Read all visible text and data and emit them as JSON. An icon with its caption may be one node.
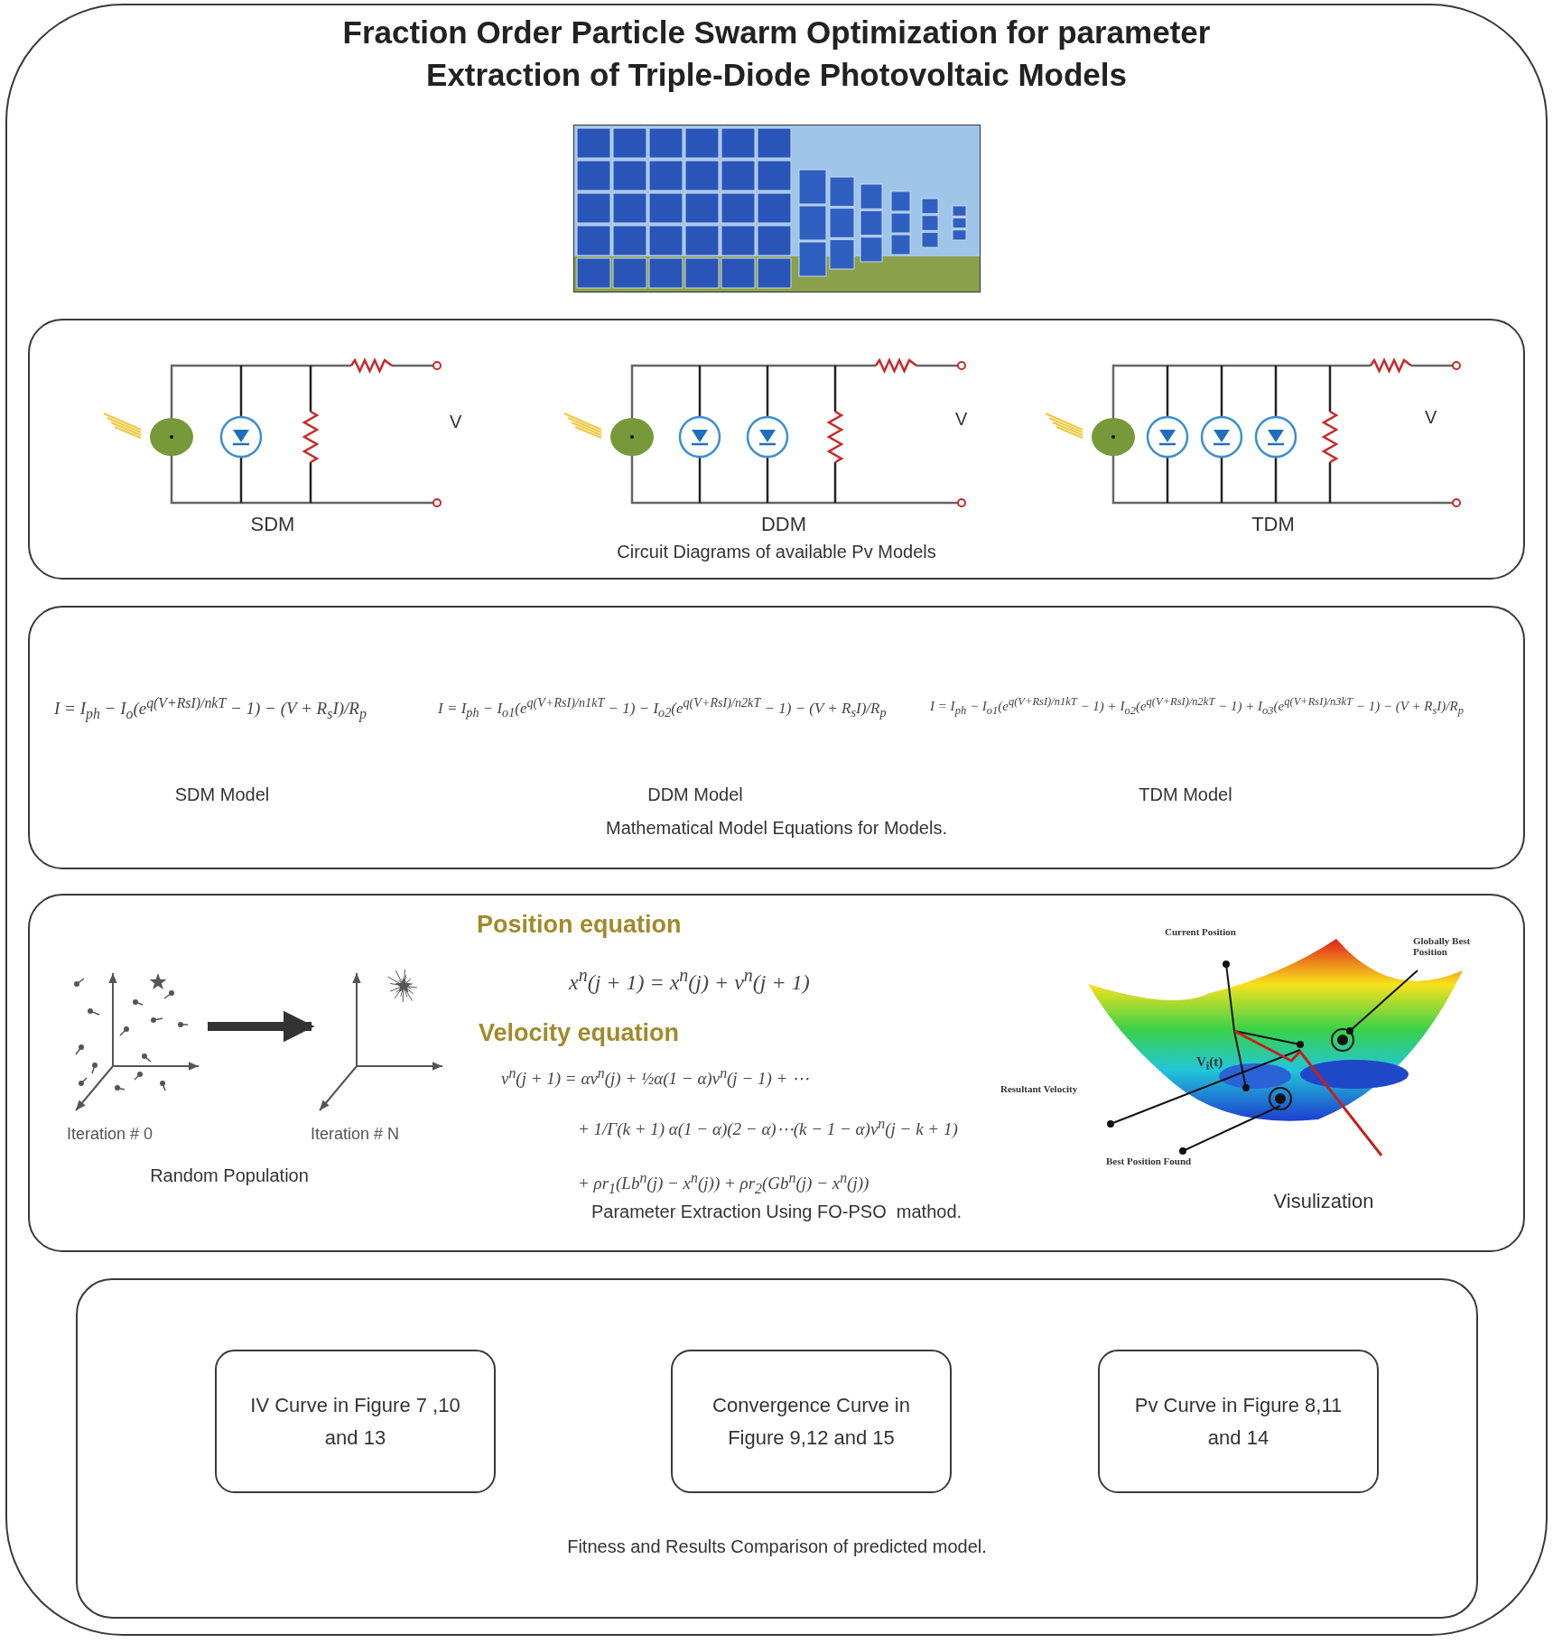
{
  "diagram": {
    "title": "Fraction Order Particle Swarm Optimization for parameter Extraction of Triple-Diode Photovoltaic Models",
    "nodes": [
      {
        "text": [],
        "shape": "box"
      },
      {
        "text": [],
        "shape": "picture",
        "in": 0
      },
      {
        "text": [
          "Circuit Diagrams of available Pv Models"
        ],
        "in": 0
      },
      {
        "text": [
          "Mathematical Model Equations for Models."
        ],
        "in": 0
      },
      {
        "text": [
          "Parameter Extraction Using FO-PSO  mathod."
        ],
        "in": 0
      },
      {
        "text": [
          "Iteration # 0"
        ],
        "in": 4
      },
      {
        "text": [
          "Iteration # N"
        ],
        "in": 4
      },
      {
        "text": [
          "Fitness and Results Comparison of predicted model."
        ],
        "in": 0
      },
      {
        "text": [
          "IV Curve in Figure 7 ,10 and 13"
        ],
        "in": 7
      },
      {
        "text": [
          "Convergence Curve in Figure 9,12 and 15"
        ],
        "in": 7
      },
      {
        "text": [
          "Pv Curve in Figure 8,11 and 14"
        ],
        "in": 7
      }
    ],
    "edges": [
      {
        "from": 5,
        "to": 6,
        "arrow": "to"
      }
    ],
    "labels": [
      "V",
      "SDM",
      "V",
      "DDM",
      "V",
      "TDM",
      "I = I$_{ph}$ − I$_{o}$(e$^{q(V+RsI)/nkT}$ − 1) − (V + R$_{s}$I)/R$_{p}$",
      "I = I$_{ph}$ − I$_{o1}$(e$^{q(V+RsI)/n1kT}$ − 1) − I$_{o2}$(e$^{q(V+RsI)/n2kT}$ − 1) − (V + R$_{s}$I)/R$_{p}$",
      "I = I$_{ph}$ − I$_{o1}$(e$^{q(V+RsI)/n1kT}$ − 1) + I$_{o2}$(e$^{q(V+RsI)/n2kT}$ − 1) + I$_{o3}$(e$^{q(V+RsI)/n3kT}$ − 1) − (V + R$_{s}$I)/R$_{p}$",
      "SDM Model",
      "DDM Model",
      "TDM Model",
      "Position equation",
      "x$^{n}$(j + 1) = x$^{n}$(j) + v$^{n}$(j + 1)",
      "Velocity equation",
      "v$^{n}$(j + 1) = αv$^{n}$(j) + ½α(1 − α)v$^{n}$(j − 1) + ⋯",
      "+ 1/Γ(k + 1) α(1 − α)(2 − α)⋯(k − 1 − α)v$^{n}$(j − k + 1)",
      "Random Population",
      "+ ρr$_{1}$(Lb$^{n}$(j) − x$^{n}$(j)) + ρr$_{2}$(Gb$^{n}$(j) − x$^{n}$(j))",
      "Current Position",
      "Globally Best Position",
      "V$_{i}$(t)",
      "Resultant Velocity",
      "Best Position Found",
      "Visulization"
    ]
  }
}
